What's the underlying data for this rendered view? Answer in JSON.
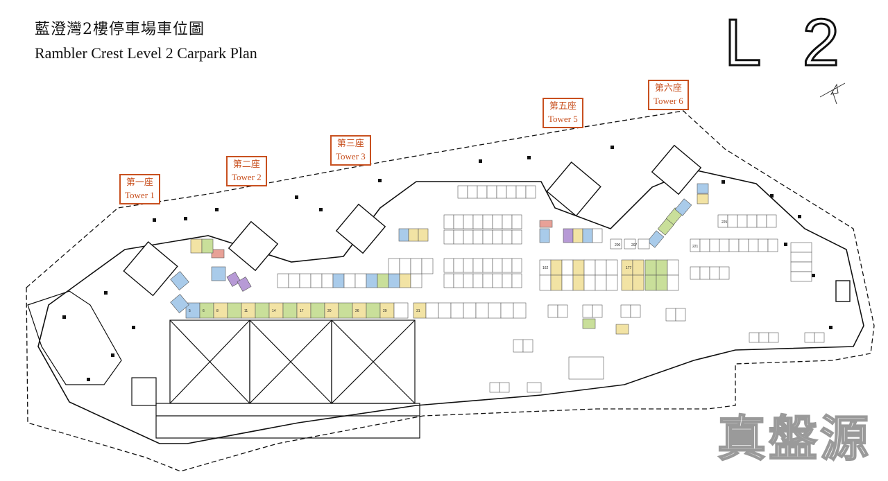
{
  "title_zh": "藍澄灣2樓停車場車位圖",
  "title_en": "Rambler Crest Level 2 Carpark Plan",
  "level_label": "L 2",
  "towers": [
    {
      "zh": "第一座",
      "en": "Tower 1"
    },
    {
      "zh": "第二座",
      "en": "Tower 2"
    },
    {
      "zh": "第三座",
      "en": "Tower 3"
    },
    {
      "zh": "第五座",
      "en": "Tower 5"
    },
    {
      "zh": "第六座",
      "en": "Tower 6"
    }
  ],
  "watermark": "真盤源",
  "colors": {
    "outline": "#111111",
    "tower_label": "#c8501f",
    "parking_yellow": "#f2e3a4",
    "parking_green": "#c9df9a",
    "parking_blue": "#a9cbea",
    "parking_purple": "#b79ad6",
    "parking_red": "#e8a197"
  }
}
